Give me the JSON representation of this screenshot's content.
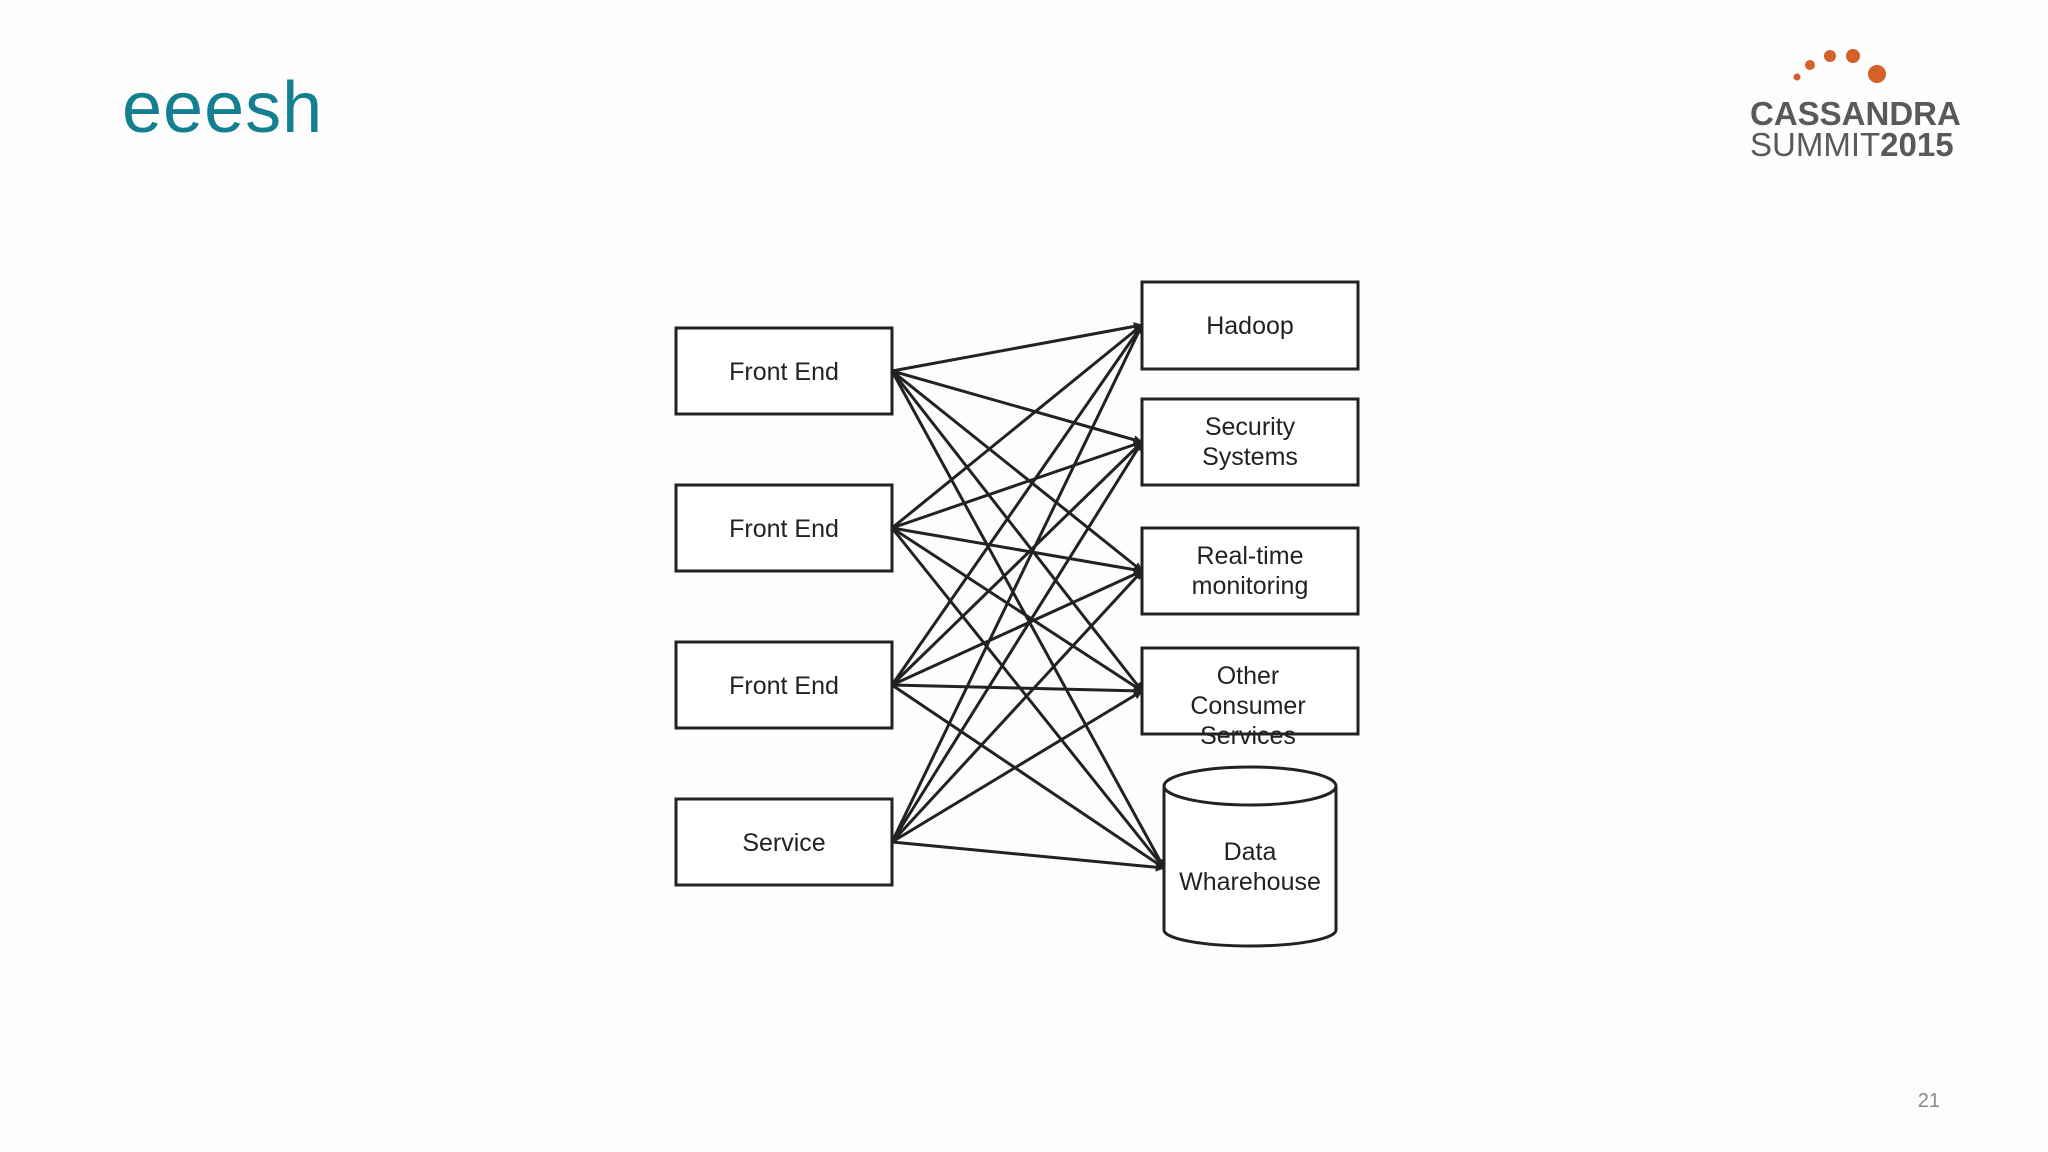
{
  "slide": {
    "title": "eeesh",
    "page_number": "21"
  },
  "logo": {
    "line1": "CASSANDRA",
    "line2_word": "SUMMIT",
    "line2_year": "2015",
    "dot_color": "#d4602a",
    "text_color": "#58595b"
  },
  "diagram": {
    "sources": [
      {
        "id": "fe1",
        "label": "Front End"
      },
      {
        "id": "fe2",
        "label": "Front End"
      },
      {
        "id": "fe3",
        "label": "Front End"
      },
      {
        "id": "svc",
        "label": "Service"
      }
    ],
    "targets": [
      {
        "id": "hadoop",
        "lines": [
          "Hadoop"
        ]
      },
      {
        "id": "security",
        "lines": [
          "Security",
          "Systems"
        ]
      },
      {
        "id": "realtime",
        "lines": [
          "Real-time",
          "monitoring"
        ]
      },
      {
        "id": "other",
        "lines": [
          "Other",
          "Consumer",
          "Services"
        ]
      },
      {
        "id": "dw",
        "lines": [
          "Data",
          "Wharehouse"
        ],
        "shape": "cylinder"
      }
    ],
    "edges": "every source connects to every target"
  },
  "colors": {
    "title": "#147f91",
    "diagram_stroke": "#222222"
  }
}
